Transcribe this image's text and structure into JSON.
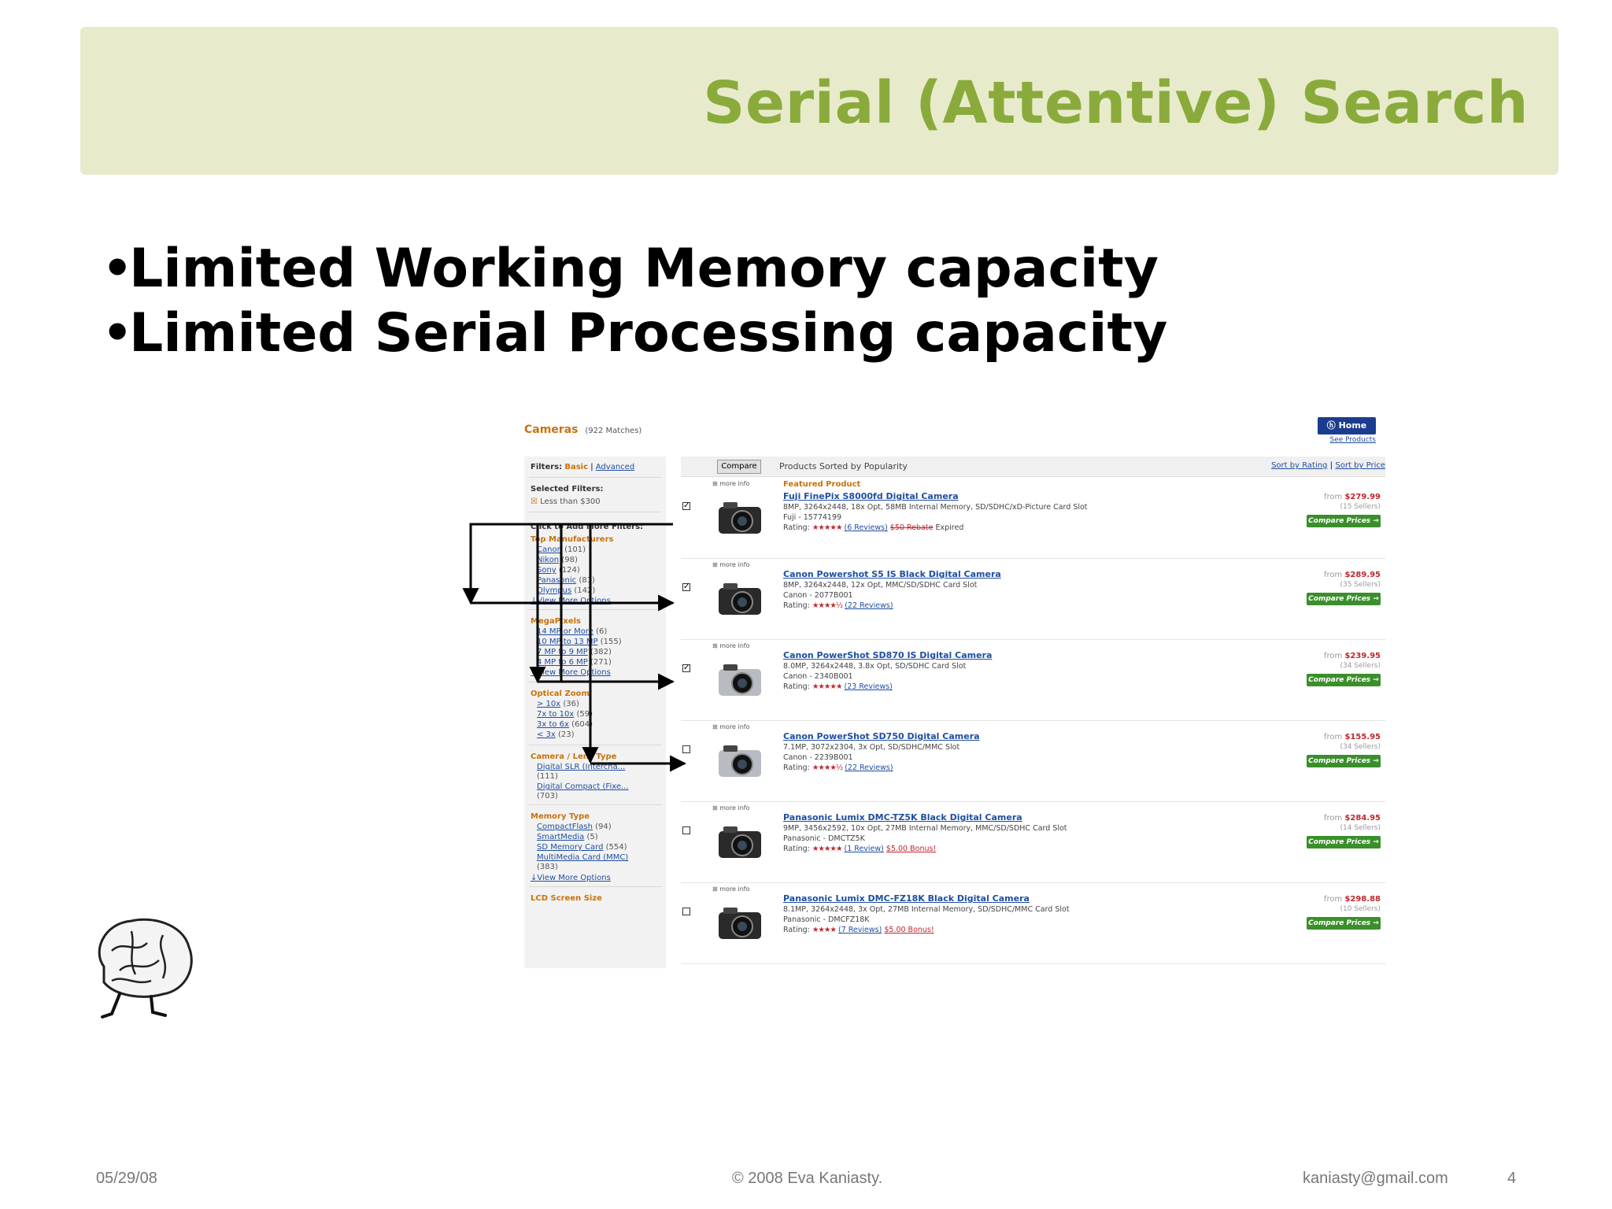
{
  "slide": {
    "title": "Serial (Attentive) Search",
    "bullets": [
      "Limited Working Memory capacity",
      "Limited Serial Processing capacity"
    ],
    "bullet_char": "•",
    "accent_color": "#8aab3c",
    "banner_color": "#e8ebcb"
  },
  "screenshot": {
    "heading": "Cameras",
    "matches": "(922 Matches)",
    "hp_home": "Home",
    "see_products": "See Products",
    "filters": {
      "filters_label": "Filters:",
      "basic": "Basic",
      "sep": "|",
      "advanced": "Advanced",
      "selected_label": "Selected Filters:",
      "selected_value": "Less than $300",
      "add_more": "Click to Add More Filters:",
      "groups": [
        {
          "title": "Top Manufacturers",
          "items": [
            {
              "label": "Canon",
              "count": "(101)"
            },
            {
              "label": "Nikon",
              "count": "(98)"
            },
            {
              "label": "Sony",
              "count": "(124)"
            },
            {
              "label": "Panasonic",
              "count": "(81)"
            },
            {
              "label": "Olympus",
              "count": "(142)"
            }
          ],
          "more": "View More Options"
        },
        {
          "title": "MegaPixels",
          "items": [
            {
              "label": "14 MP or More",
              "count": "(6)"
            },
            {
              "label": "10 MP to 13 MP",
              "count": "(155)"
            },
            {
              "label": "7 MP to 9 MP",
              "count": "(382)"
            },
            {
              "label": "4 MP to 6 MP",
              "count": "(271)"
            }
          ],
          "more": "View More Options"
        },
        {
          "title": "Optical Zoom",
          "items": [
            {
              "label": "> 10x",
              "count": "(36)"
            },
            {
              "label": "7x to 10x",
              "count": "(59)"
            },
            {
              "label": "3x to 6x",
              "count": "(604)"
            },
            {
              "label": "< 3x",
              "count": "(23)"
            }
          ],
          "more": ""
        },
        {
          "title": "Camera / Lens Type",
          "items": [
            {
              "label": "Digital SLR (Intercha...",
              "count": "(111)"
            },
            {
              "label": "Digital Compact (Fixe...",
              "count": "(703)"
            }
          ],
          "more": ""
        },
        {
          "title": "Memory Type",
          "items": [
            {
              "label": "CompactFlash",
              "count": "(94)"
            },
            {
              "label": "SmartMedia",
              "count": "(5)"
            },
            {
              "label": "SD Memory Card",
              "count": "(554)"
            },
            {
              "label": "MultiMedia Card (MMC)",
              "count": "(383)"
            }
          ],
          "more": "View More Options"
        },
        {
          "title": "LCD Screen Size",
          "items": [],
          "more": ""
        }
      ]
    },
    "list": {
      "compare": "Compare",
      "sorted_by": "Products Sorted by Popularity",
      "sort_rating": "Sort by Rating",
      "sort_sep": "|",
      "sort_price": "Sort by Price",
      "more_info": "more info",
      "from": "from",
      "compare_prices": "Compare Prices →",
      "featured_label": "Featured Product",
      "products": [
        {
          "name": "Fuji FinePix S8000fd Digital Camera",
          "spec": "8MP, 3264x2448, 18x Opt, 58MB Internal Memory, SD/SDHC/xD-Picture Card Slot",
          "code": "Fuji - 15774199",
          "stars": "★★★★★",
          "reviews": "(6 Reviews)",
          "strike": "$50 Rebate",
          "promo": "",
          "extra": "Expired",
          "price": "$279.99",
          "sellers": "(15 Sellers)",
          "checked": true,
          "featured": true
        },
        {
          "name": "Canon Powershot S5 IS Black Digital Camera",
          "spec": "8MP, 3264x2448, 12x Opt, MMC/SD/SDHC Card Slot",
          "code": "Canon - 2077B001",
          "stars": "★★★★½",
          "reviews": "(22 Reviews)",
          "strike": "",
          "promo": "",
          "extra": "",
          "price": "$289.95",
          "sellers": "(35 Sellers)",
          "checked": true,
          "featured": false
        },
        {
          "name": "Canon PowerShot SD870 IS Digital Camera",
          "spec": "8.0MP, 3264x2448, 3.8x Opt, SD/SDHC Card Slot",
          "code": "Canon - 2340B001",
          "stars": "★★★★★",
          "reviews": "(23 Reviews)",
          "strike": "",
          "promo": "",
          "extra": "",
          "price": "$239.95",
          "sellers": "(34 Sellers)",
          "checked": true,
          "featured": false
        },
        {
          "name": "Canon PowerShot SD750 Digital Camera",
          "spec": "7.1MP, 3072x2304, 3x Opt, SD/SDHC/MMC Slot",
          "code": "Canon - 2239B001",
          "stars": "★★★★½",
          "reviews": "(22 Reviews)",
          "strike": "",
          "promo": "",
          "extra": "",
          "price": "$155.95",
          "sellers": "(34 Sellers)",
          "checked": false,
          "featured": false
        },
        {
          "name": "Panasonic Lumix DMC-TZ5K Black Digital Camera",
          "spec": "9MP, 3456x2592, 10x Opt, 27MB Internal Memory, MMC/SD/SDHC Card Slot",
          "code": "Panasonic - DMCTZ5K",
          "stars": "★★★★★",
          "reviews": "(1 Review)",
          "strike": "",
          "promo": "$5.00 Bonus!",
          "extra": "",
          "price": "$284.95",
          "sellers": "(14 Sellers)",
          "checked": false,
          "featured": false
        },
        {
          "name": "Panasonic Lumix DMC-FZ18K Black Digital Camera",
          "spec": "8.1MP, 3264x2448, 3x Opt, 27MB Internal Memory, SD/SDHC/MMC Card Slot",
          "code": "Panasonic - DMCFZ18K",
          "stars": "★★★★",
          "reviews": "(7 Reviews)",
          "strike": "",
          "promo": "$5.00 Bonus!",
          "extra": "",
          "price": "$298.88",
          "sellers": "(10 Sellers)",
          "checked": false,
          "featured": false
        }
      ],
      "rating_label": "Rating:"
    }
  },
  "footer": {
    "date": "05/29/08",
    "copyright": "© 2008 Eva Kaniasty.",
    "email": "kaniasty@gmail.com",
    "page": "4"
  }
}
